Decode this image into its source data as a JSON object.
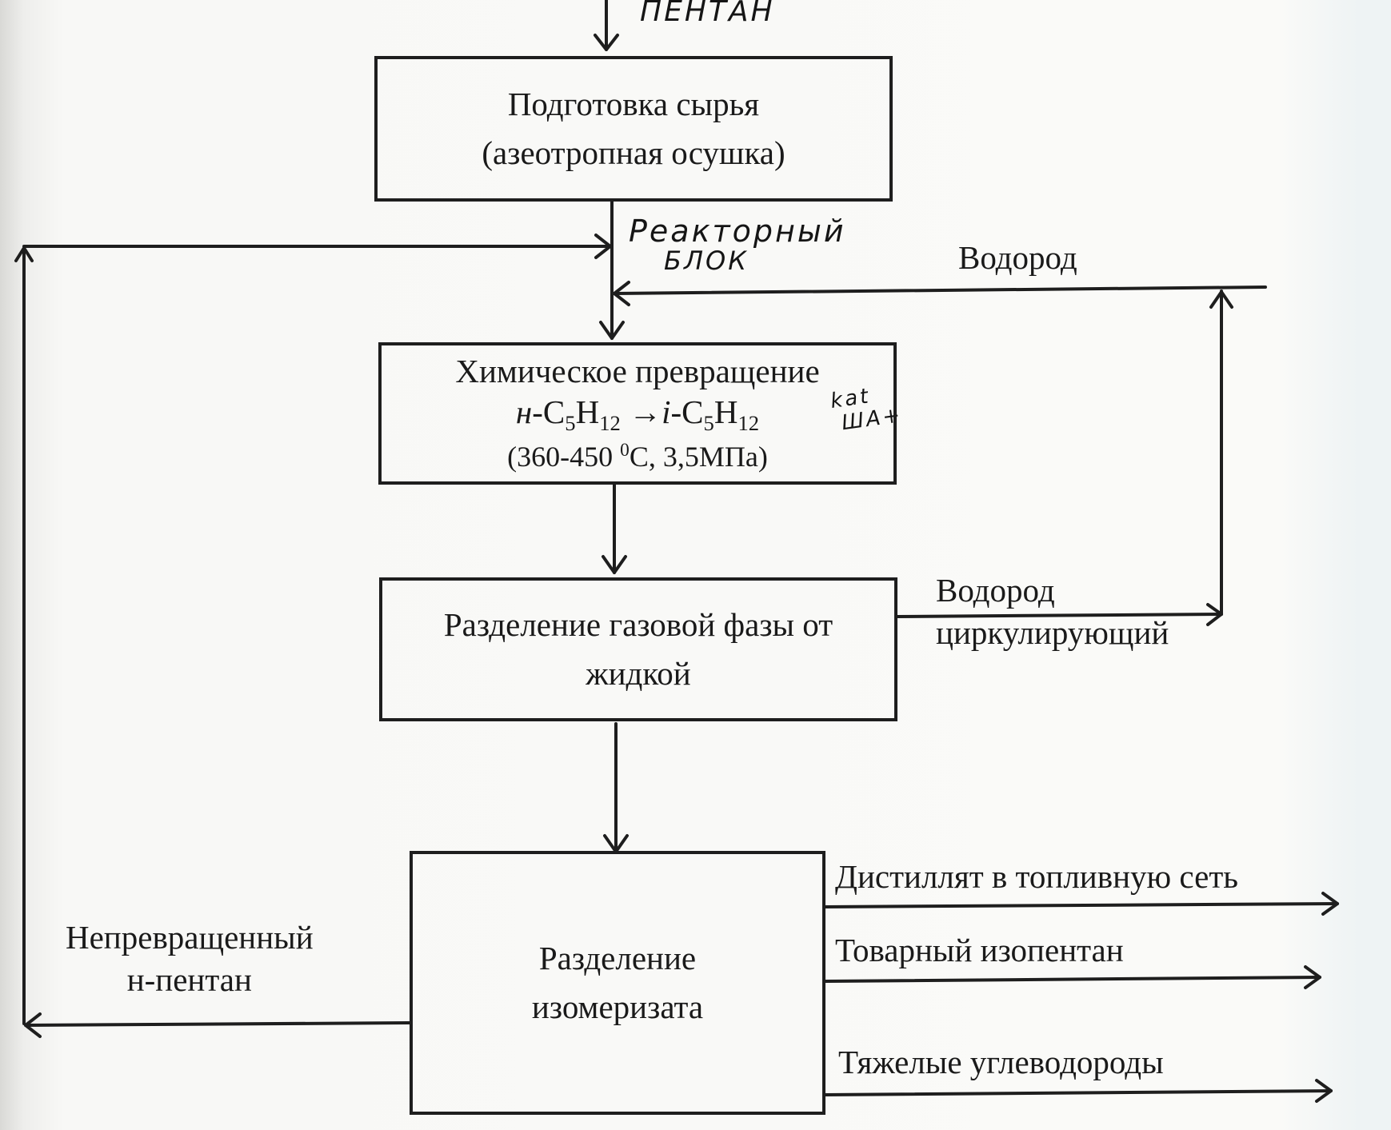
{
  "handwritten": {
    "top": "пентан",
    "reactor_line1": "Реакторный",
    "reactor_line2": "блок",
    "cat_line1": "kat",
    "cat_line2": "ША+"
  },
  "boxes": {
    "prep": {
      "line1": "Подготовка сырья",
      "line2": "(азеотропная осушка)"
    },
    "chem": {
      "line1": "Химическое превращение",
      "formula_left": "н",
      "formula_c": "-C",
      "formula_c_sub": "5",
      "formula_h": "H",
      "formula_h_sub": "12",
      "formula_arrow": " →",
      "formula_right": "i",
      "formula_c2": "-C",
      "formula_c2_sub": "5",
      "formula_h2": "H",
      "formula_h2_sub": "12",
      "cond_pre": "(360-450 ",
      "cond_sup": "0",
      "cond_post": "C, 3,5МПа)"
    },
    "separation_gas": {
      "line1": "Разделение газовой фазы от",
      "line2": "жидкой"
    },
    "separation_iso": {
      "line1": "Разделение",
      "line2": "изомеризата"
    }
  },
  "labels": {
    "hydrogen_in": "Водород",
    "hydrogen_circ_line1": "Водород",
    "hydrogen_circ_line2": "циркулирующий",
    "distillate": "Дистиллят в топливную сеть",
    "isopentane": "Товарный изопентан",
    "heavy": "Тяжелые углеводороды",
    "unconverted_line1": "Непревращенный",
    "unconverted_line2": "н-пентан"
  }
}
